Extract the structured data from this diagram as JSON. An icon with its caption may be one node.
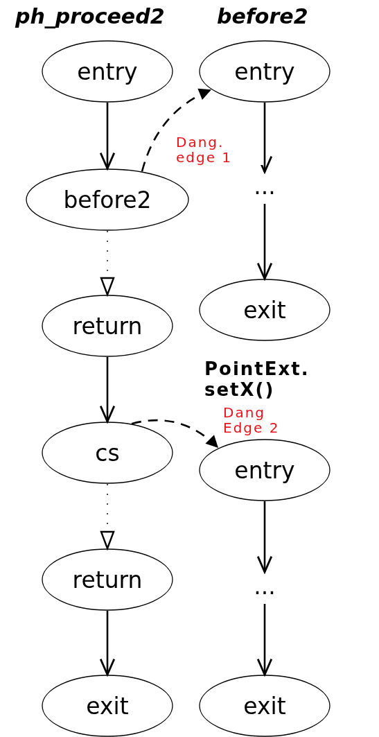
{
  "diagram": {
    "nodes": [
      {
        "text": [
          "entry"
        ]
      },
      {
        "text": [
          "before2"
        ]
      },
      {
        "text": [
          "return"
        ]
      },
      {
        "text": [
          "cs"
        ]
      },
      {
        "text": [
          "return"
        ]
      },
      {
        "text": [
          "exit"
        ]
      },
      {
        "text": [
          "entry"
        ]
      },
      {
        "text": [
          "..."
        ]
      },
      {
        "text": [
          "exit"
        ]
      },
      {
        "text": [
          "entry"
        ]
      },
      {
        "text": [
          "..."
        ]
      },
      {
        "text": [
          "exit"
        ]
      }
    ],
    "edges": [
      {
        "from": 0,
        "to": 1,
        "arrow": "to"
      },
      {
        "from": 1,
        "to": 6,
        "arrow": "to",
        "style": "dashed",
        "label": "Dang. edge 1"
      },
      {
        "from": 1,
        "to": 2,
        "arrow": "to",
        "style": "dashed"
      },
      {
        "from": 2,
        "to": 3,
        "arrow": "to"
      },
      {
        "from": 3,
        "to": 9,
        "arrow": "to",
        "style": "dashed",
        "label": "Dang Edge 2"
      },
      {
        "from": 3,
        "to": 4,
        "arrow": "to",
        "style": "dashed"
      },
      {
        "from": 4,
        "to": 5,
        "arrow": "to"
      },
      {
        "from": 6,
        "to": 7,
        "arrow": "to"
      },
      {
        "from": 7,
        "to": 8,
        "arrow": "to"
      },
      {
        "from": 9,
        "to": 10,
        "arrow": "to"
      },
      {
        "from": 10,
        "to": 11,
        "arrow": "to"
      }
    ],
    "labels": [
      "ph_proceed2",
      "before2",
      "PointExt. setX()"
    ]
  }
}
